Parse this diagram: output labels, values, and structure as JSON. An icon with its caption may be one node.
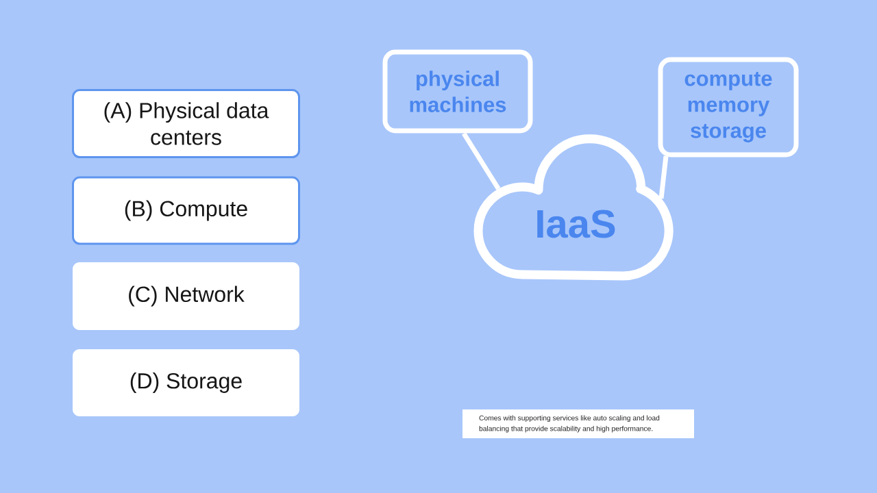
{
  "diagram": {
    "nodes": [
      {
        "text": [
          "(A) Physical data centers"
        ]
      },
      {
        "text": [
          "(B) Compute"
        ]
      },
      {
        "text": [
          "(C) Network"
        ]
      },
      {
        "text": [
          "(D) Storage"
        ]
      },
      {
        "text": [
          "physical machines"
        ]
      },
      {
        "text": [
          "compute memory storage"
        ]
      },
      {
        "text": [
          "IaaS"
        ]
      },
      {
        "text": [
          "Comes with supporting services like auto scaling and load balancing that provide scalability and high performance."
        ]
      }
    ],
    "edges": [
      {
        "from": 4,
        "to": 6,
        "arrow": "none"
      },
      {
        "from": 5,
        "to": 6,
        "arrow": "none"
      }
    ]
  }
}
